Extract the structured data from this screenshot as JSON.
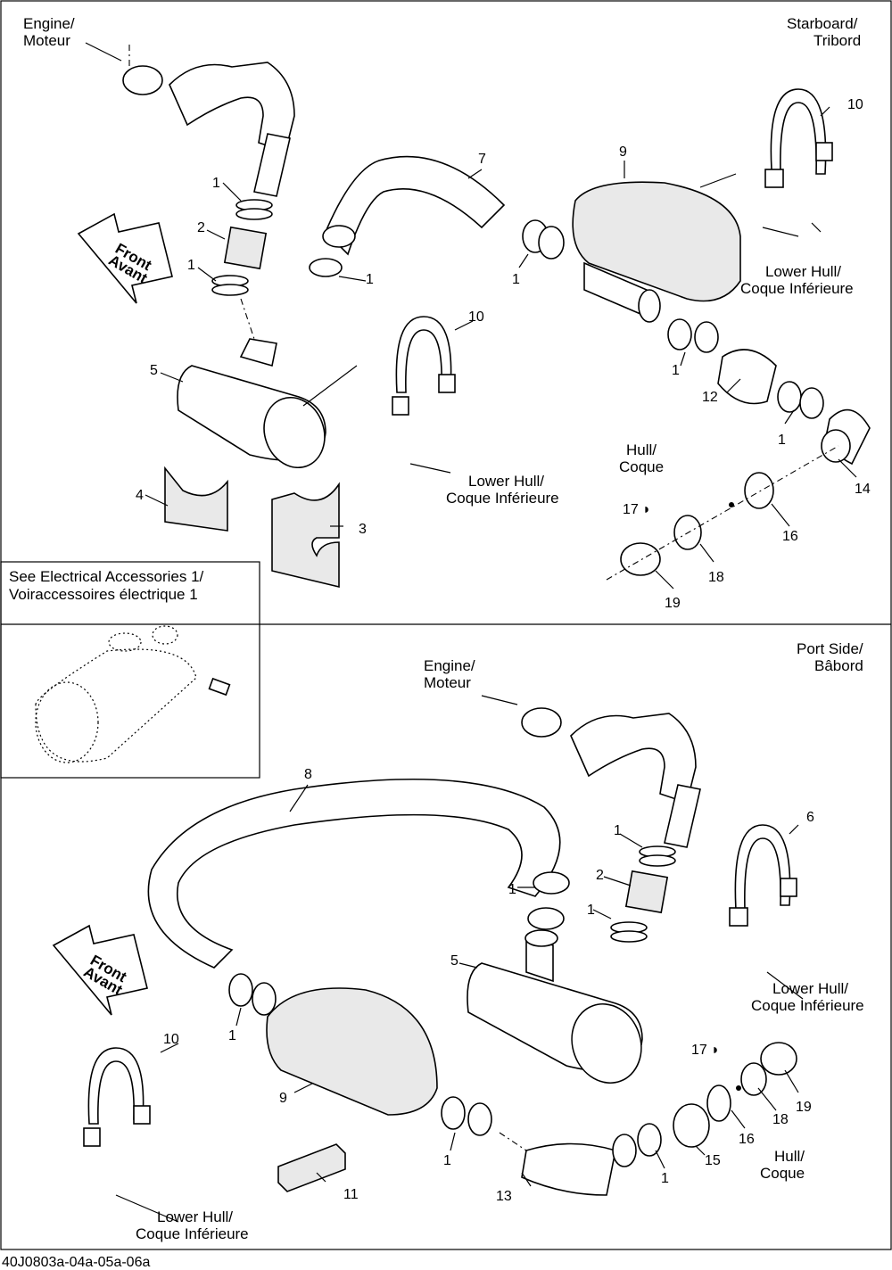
{
  "labels": {
    "engine_top": "Engine/\nMoteur",
    "starboard": "Starboard/\nTribord",
    "front_top": "Front\nAvant",
    "lower_hull": "Lower Hull/\nCoque Inférieure",
    "hull_coque": "Hull/\nCoque",
    "see_electrical": "See Electrical Accessories 1/\nVoiraccessoires électrique 1",
    "engine_bottom": "Engine/\nMoteur",
    "port_side": "Port Side/\nBâbord",
    "front_bottom": "Front\nAvant",
    "drawing_code": "40J0803a-04a-05a-06a"
  },
  "callouts_top": [
    "1",
    "2",
    "1",
    "7",
    "1",
    "9",
    "10",
    "1",
    "10",
    "5",
    "12",
    "1",
    "4",
    "3",
    "17",
    "14",
    "16",
    "18",
    "19"
  ],
  "callouts_bottom": [
    "8",
    "1",
    "2",
    "1",
    "1",
    "6",
    "5",
    "10",
    "1",
    "9",
    "17",
    "18",
    "19",
    "16",
    "15",
    "1",
    "1",
    "13",
    "11"
  ]
}
